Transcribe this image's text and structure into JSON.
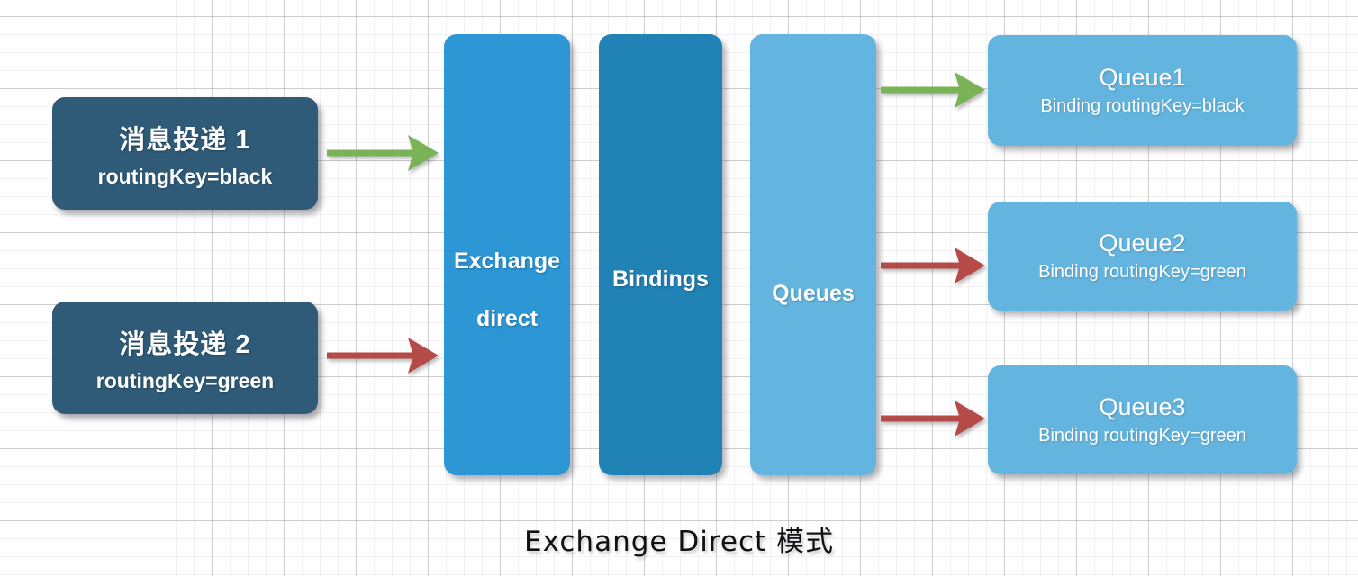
{
  "diagram": {
    "caption": "Exchange Direct 模式",
    "producers": [
      {
        "title": "消息投递 1",
        "subtitle": "routingKey=black",
        "arrow_color": "green"
      },
      {
        "title": "消息投递 2",
        "subtitle": "routingKey=green",
        "arrow_color": "red"
      }
    ],
    "columns": [
      {
        "label_line1": "Exchange",
        "label_line2": "direct"
      },
      {
        "label_line1": "Bindings"
      },
      {
        "label_line1": "Queues"
      }
    ],
    "queues": [
      {
        "title": "Queue1",
        "subtitle": "Binding routingKey=black",
        "arrow_color": "green"
      },
      {
        "title": "Queue2",
        "subtitle": "Binding routingKey=green",
        "arrow_color": "red"
      },
      {
        "title": "Queue3",
        "subtitle": "Binding routingKey=green",
        "arrow_color": "red"
      }
    ],
    "colors": {
      "producer_box": "#2F5B78",
      "exchange_column": "#2D96D5",
      "bindings_column": "#2182B5",
      "queues_column": "#63B5DF",
      "queue_box": "#63B5DF",
      "green_arrow": "#79B356",
      "red_arrow": "#B54B48"
    }
  }
}
